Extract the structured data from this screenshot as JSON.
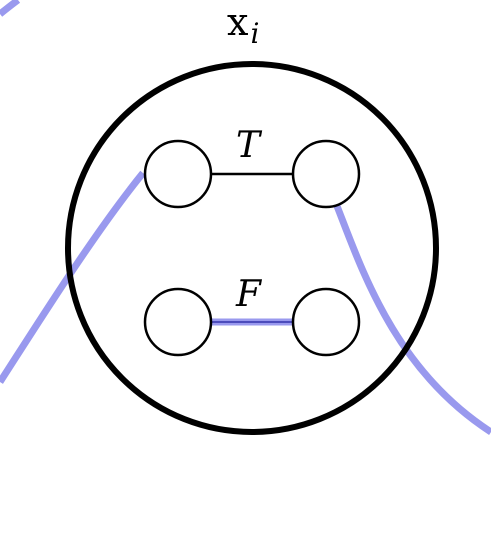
{
  "diagram": {
    "title": {
      "base": "x",
      "subscript": "i"
    },
    "edges": [
      {
        "label": "T",
        "kind": "plain"
      },
      {
        "label": "F",
        "kind": "highlighted"
      }
    ],
    "colors": {
      "outline": "#000000",
      "highlight": "#9999ee",
      "background": "#ffffff"
    }
  }
}
